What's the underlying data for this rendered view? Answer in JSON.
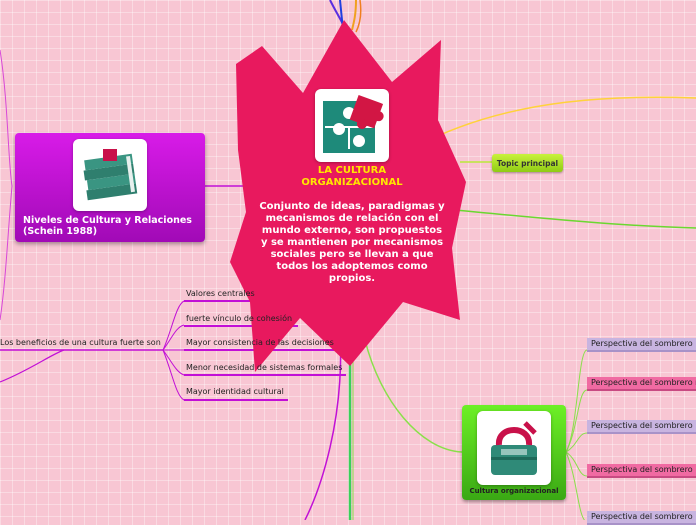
{
  "central": {
    "title": "LA CULTURA ORGANIZACIONAL",
    "description": "Conjunto de ideas, paradigmas y mecanismos de relación con el mundo externo, son propuestos y se mantienen por mecanismos sociales pero se llevan a que todos los adoptemos como propios.",
    "icon": "puzzle-icon",
    "color": "#e8195e"
  },
  "niveles": {
    "label": "Niveles de Cultura y Relaciones (Schein 1988)",
    "icon": "books-icon",
    "color": "#c011d8"
  },
  "topic": {
    "label": "Topic principal",
    "color": "#a9df22"
  },
  "cultura": {
    "label": "Cultura organizacional",
    "icon": "briefcase-icon",
    "color": "#4cc41a"
  },
  "beneficios": {
    "label": "Los beneficios de una cultura fuerte son",
    "items": [
      "Valores centrales",
      "fuerte vínculo de cohesión",
      "Mayor consistencia de las decisiones",
      "Menor necesidad de sistemas formales",
      "Mayor identidad cultural"
    ],
    "line_color": "#c20fd6"
  },
  "perspectivas": [
    {
      "label": "Perspectiva del sombrero",
      "color": "#c8b4e0"
    },
    {
      "label": "Perspectiva del sombrero r",
      "color": "#f06aa2"
    },
    {
      "label": "Perspectiva del sombrero",
      "color": "#c8b4e0"
    },
    {
      "label": "Perspectiva del sombrero",
      "color": "#f06aa2"
    },
    {
      "label": "Perspectiva del sombrero",
      "color": "#c8b4e0"
    }
  ]
}
